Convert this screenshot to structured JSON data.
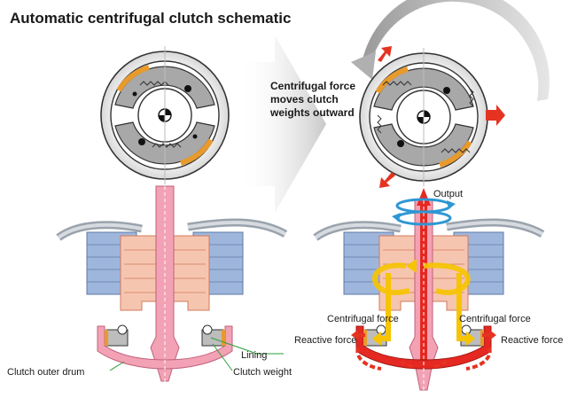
{
  "title": "Automatic centrifugal clutch schematic",
  "callout": {
    "line1": "Centrifugal force",
    "line2": "moves clutch",
    "line3": "weights outward"
  },
  "labels": {
    "output": "Output",
    "centrifugal_left": "Centrifugal force",
    "centrifugal_right": "Centrifugal force",
    "reactive_left": "Reactive force",
    "reactive_right": "Reactive force",
    "lining": "Lining",
    "clutch_weight": "Clutch weight",
    "clutch_outer_drum": "Clutch outer drum"
  },
  "colors": {
    "shaft_pink": "#f2a2b4",
    "shaft_red": "#e52822",
    "drum_gray": "#bdbdbd",
    "lining_orange": "#e89a2c",
    "stator_blue": "#9fb6dc",
    "rotor_salmon": "#f6c5b0",
    "flow_yellow": "#f6c400",
    "rotate_blue": "#2f97d4",
    "force_red": "#e53321"
  }
}
